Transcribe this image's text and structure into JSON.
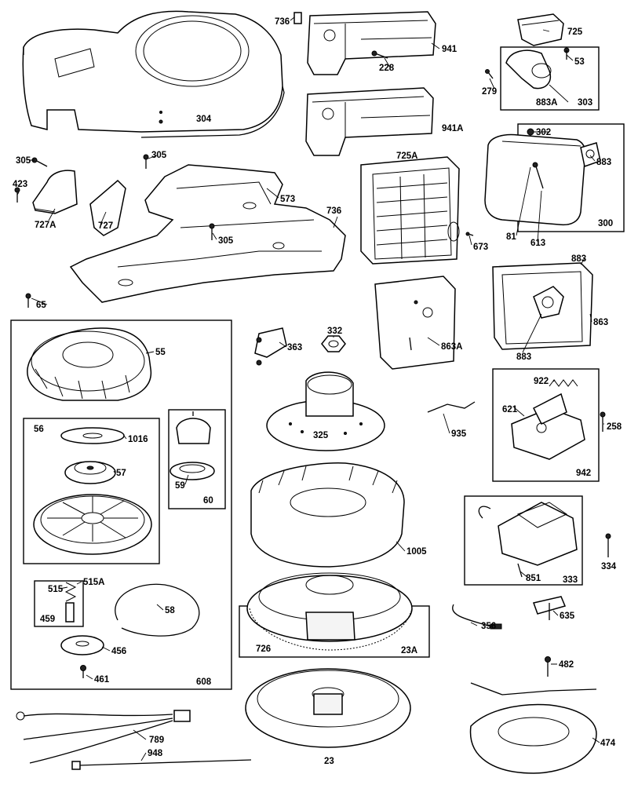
{
  "labels": {
    "l736a": "736",
    "l941": "941",
    "l228": "228",
    "l941a": "941A",
    "l304": "304",
    "l725": "725",
    "l53": "53",
    "l279": "279",
    "l883a": "883A",
    "l303": "303",
    "l302": "302",
    "l883a2": "883",
    "l300": "300",
    "l725a": "725A",
    "l81": "81",
    "l613": "613",
    "l673": "673",
    "l305a": "305",
    "l305b": "305",
    "l305c": "305",
    "l423": "423",
    "l727a": "727A",
    "l727": "727",
    "l573": "573",
    "l736b": "736",
    "l65": "65",
    "l883b": "883",
    "l863": "863",
    "l883c": "883",
    "l863a": "863A",
    "l55": "55",
    "l363": "363",
    "l332": "332",
    "l56": "56",
    "l1016": "1016",
    "l57": "57",
    "l59": "59",
    "l60": "60",
    "l325": "325",
    "l935": "935",
    "l922": "922",
    "l621": "621",
    "l258": "258",
    "l942": "942",
    "l1005": "1005",
    "l334": "334",
    "l851": "851",
    "l333": "333",
    "l515": "515",
    "l515a": "515A",
    "l58": "58",
    "l459": "459",
    "l456": "456",
    "l461": "461",
    "l608": "608",
    "l726": "726",
    "l23a": "23A",
    "l356": "356",
    "l635": "635",
    "l482": "482",
    "l789": "789",
    "l948": "948",
    "l23": "23",
    "l474": "474"
  }
}
